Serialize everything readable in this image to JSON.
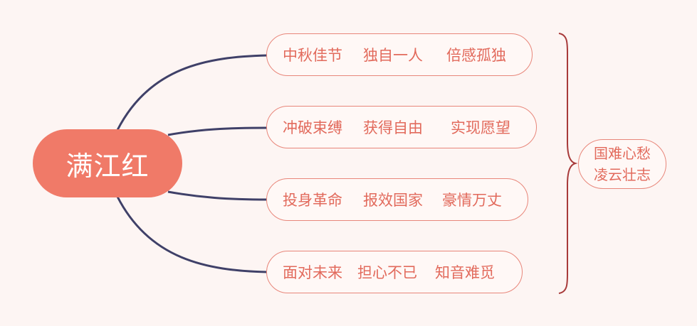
{
  "root": {
    "label": "满江红"
  },
  "branches": [
    {
      "phrases": [
        "中秋佳节",
        "独自一人",
        "倍感孤独"
      ]
    },
    {
      "phrases": [
        "冲破束缚",
        "获得自由",
        "实现愿望"
      ]
    },
    {
      "phrases": [
        "投身革命",
        "报效国家",
        "豪情万丈"
      ]
    },
    {
      "phrases": [
        "面对未来",
        "担心不已",
        "知音难觅"
      ]
    }
  ],
  "summary": {
    "lines": [
      "国难心愁",
      "凌云壮志"
    ]
  },
  "colors": {
    "background": "#fdf5f3",
    "root_fill": "#f07a68",
    "node_text": "#e26a5c",
    "node_border": "#e8867a",
    "connector": "#3f4068",
    "brace": "#a83a3a"
  }
}
